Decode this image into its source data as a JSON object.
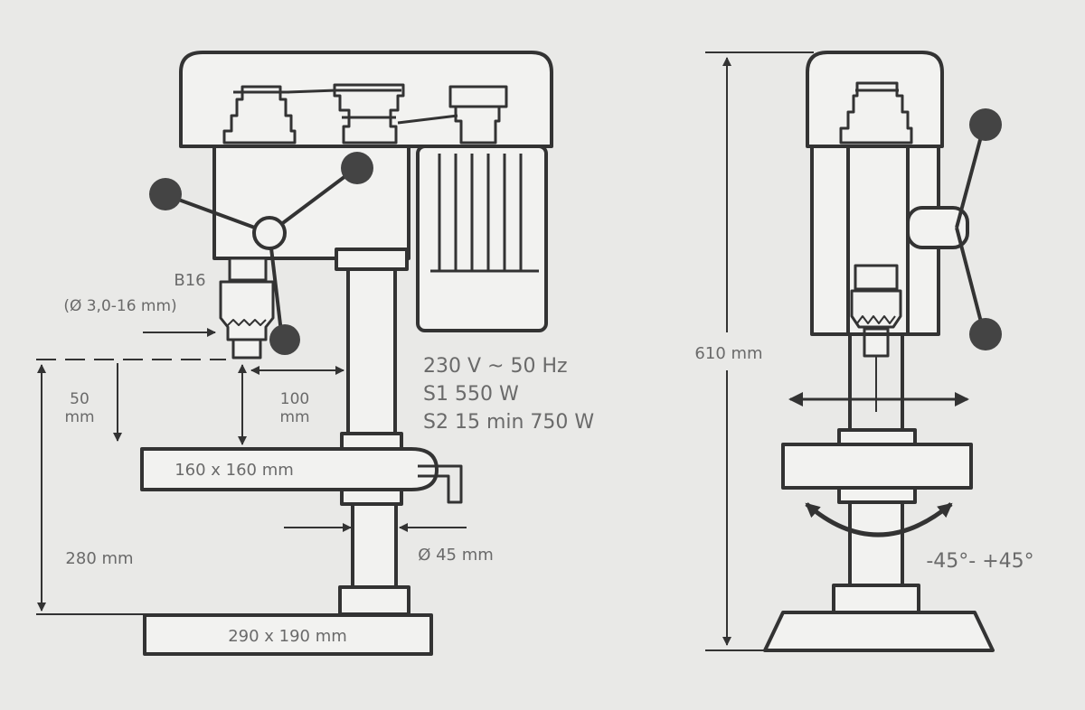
{
  "colors": {
    "background": "#e9e9e7",
    "line": "#333333",
    "label": "#6a6a6a",
    "knob": "#444444"
  },
  "front_view": {
    "chuck_name": "B16",
    "chuck_range": "(Ø 3,0-16 mm)",
    "spindle_travel": "50",
    "spindle_travel_unit": "mm",
    "throat_depth": "100",
    "throat_depth_unit": "mm",
    "table_size": "160 x 160 mm",
    "column_diameter": "Ø 45 mm",
    "max_distance_to_base": "280 mm",
    "base_size": "290 x 190 mm"
  },
  "motor_specs": {
    "voltage": "230 V ~ 50 Hz",
    "s1_power": "S1 550 W",
    "s2_power": "S2 15 min 750 W"
  },
  "side_view": {
    "total_height": "610 mm",
    "table_tilt": "-45°- +45°"
  }
}
